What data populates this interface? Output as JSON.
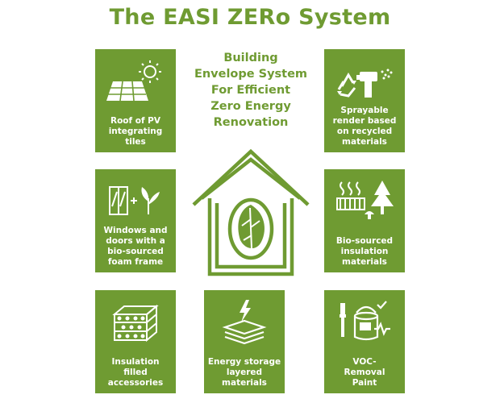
{
  "title": "The EASI ZERo System",
  "center_text": [
    "Building",
    "Envelope System",
    "For Efficient",
    "Zero Energy",
    "Renovation"
  ],
  "tiles": [
    {
      "label": [
        "Roof of PV",
        "integrating",
        "tiles"
      ],
      "icon": "solar-panel-sun-icon"
    },
    {
      "label": [
        "Sprayable",
        "render based",
        "on recycled",
        "materials"
      ],
      "icon": "recycle-spray-icon"
    },
    {
      "label": [
        "Windows and",
        "doors with a",
        "bio-sourced",
        "foam frame"
      ],
      "icon": "window-plant-icon"
    },
    {
      "label": [
        "Bio-sourced",
        "insulation",
        "materials"
      ],
      "icon": "insulation-tree-icon"
    },
    {
      "label": [
        "Insulation",
        "filled",
        "accessories"
      ],
      "icon": "brick-block-icon"
    },
    {
      "label": [
        "Energy storage",
        "layered",
        "materials"
      ],
      "icon": "energy-layers-icon"
    },
    {
      "label": [
        "VOC-",
        "Removal",
        "Paint"
      ],
      "icon": "paint-bucket-icon"
    }
  ],
  "colors": {
    "green": "#6f9b32",
    "white": "#ffffff"
  }
}
